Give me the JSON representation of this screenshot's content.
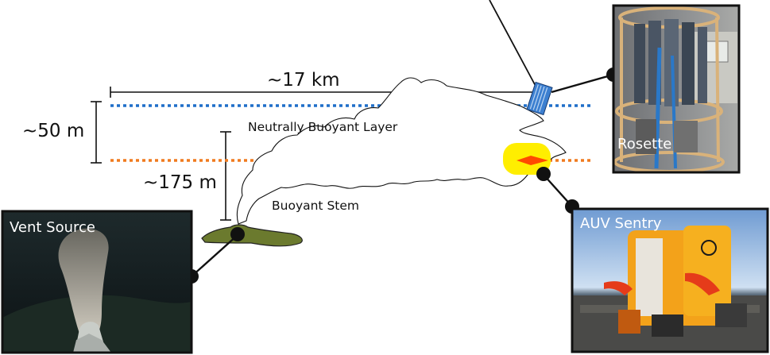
{
  "labels": {
    "distance": "~17 km",
    "layer_thickness": "~50 m",
    "stem_height": "~175 m",
    "neutral_layer": "Neutrally Buoyant Layer",
    "buoyant_stem": "Buoyant Stem"
  },
  "photos": {
    "vent": "Vent Source",
    "rosette": "Rosette",
    "auv": "AUV Sentry"
  },
  "colors": {
    "blue_line": "#1f6fc9",
    "orange_line": "#f07a1e",
    "vent_mound": "#6b7a2e",
    "auv_highlight": "#ffee00",
    "auv_marker": "#ff4a00",
    "rosette_marker": "#3c7fd0"
  }
}
